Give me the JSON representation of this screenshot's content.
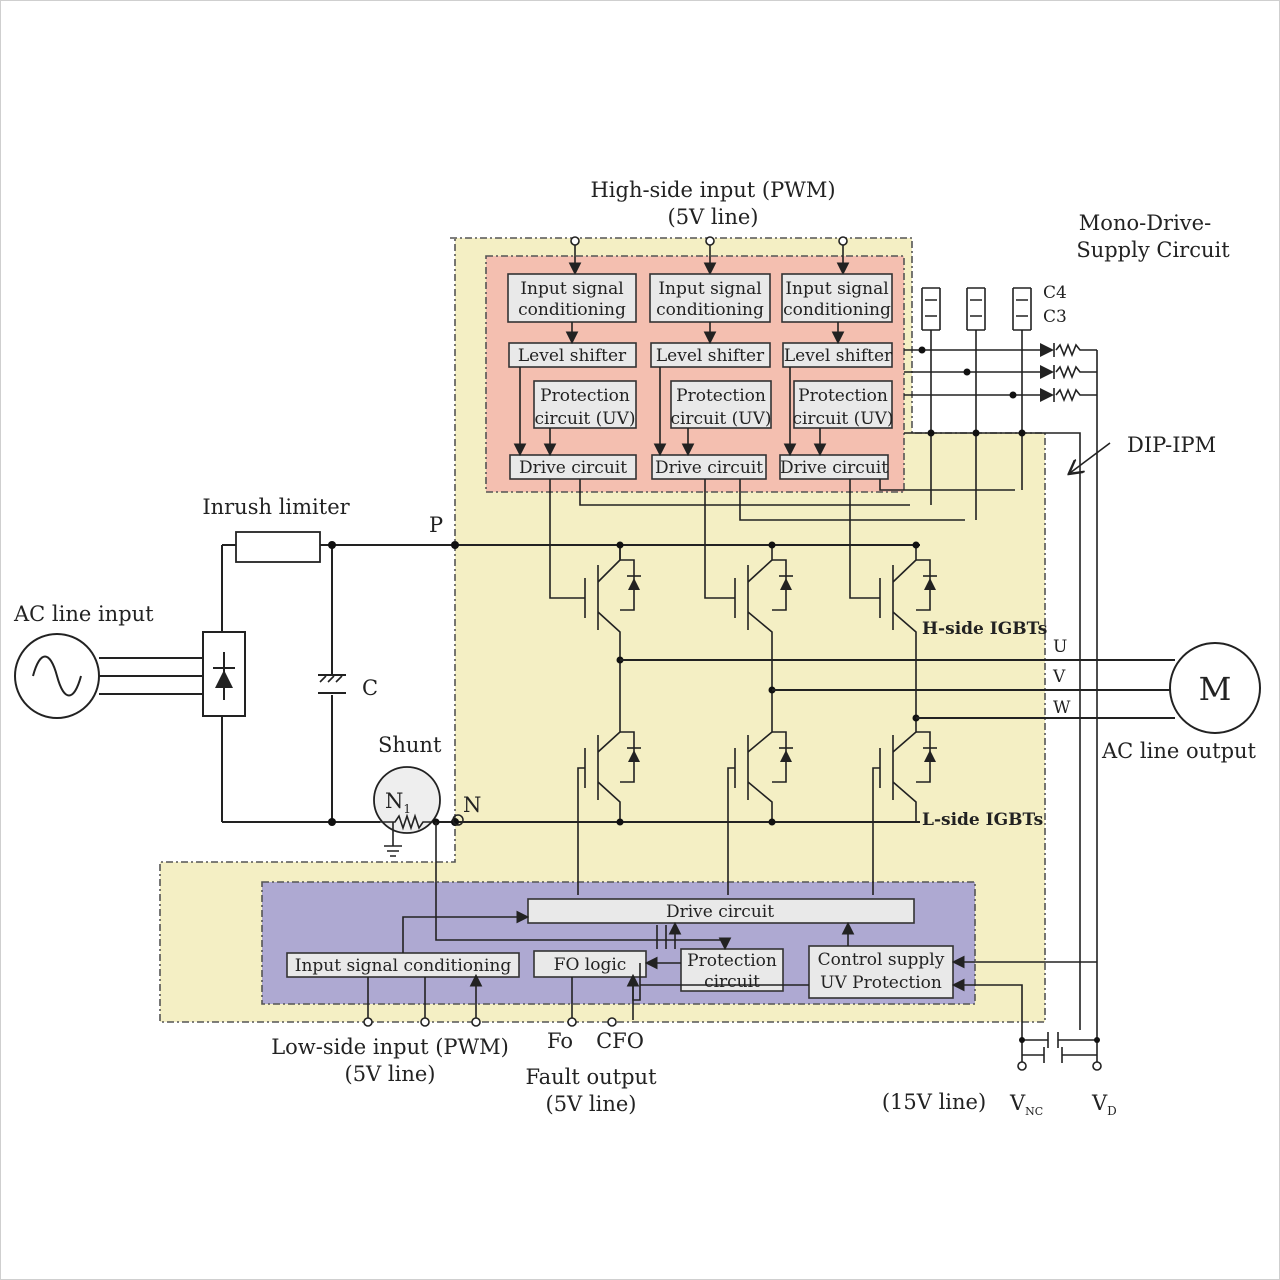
{
  "labels": {
    "high_side_input_1": "High-side input (PWM)",
    "high_side_input_2": "(5V line)",
    "mono_drive_1": "Mono-Drive-",
    "mono_drive_2": "Supply Circuit",
    "c4": "C4",
    "c3": "C3",
    "dip_ipm": "DIP-IPM",
    "inrush_limiter": "Inrush limiter",
    "ac_line_input": "AC line input",
    "capacitor": "C",
    "shunt": "Shunt",
    "n1": "N",
    "n1_sub": "1",
    "p": "P",
    "n": "N",
    "h_side_igbts": "H-side IGBTs",
    "l_side_igbts": "L-side IGBTs",
    "u": "U",
    "v": "V",
    "w": "W",
    "motor": "M",
    "ac_line_output": "AC line output",
    "low_side_input_1": "Low-side input (PWM)",
    "low_side_input_2": "(5V line)",
    "fo": "Fo",
    "cfo": "CFO",
    "fault_output_1": "Fault output",
    "fault_output_2": "(5V line)",
    "v15_line": "(15V line)",
    "vnc": "V",
    "vnc_sub": "NC",
    "vd": "V",
    "vd_sub": "D"
  },
  "high_side_blocks": {
    "input_signal_1": "Input signal",
    "input_signal_2": "conditioning",
    "level_shifter": "Level shifter",
    "protection_1": "Protection",
    "protection_2": "circuit (UV)",
    "drive_circuit": "Drive circuit"
  },
  "low_side_blocks": {
    "drive_circuit": "Drive circuit",
    "input_signal_conditioning": "Input signal conditioning",
    "fo_logic": "FO logic",
    "protection_1": "Protection",
    "protection_2": "circuit",
    "control_supply_1": "Control supply",
    "control_supply_2": "UV Protection"
  },
  "colors": {
    "ipm_fill": "#f4efc4",
    "high_side_fill": "#f4bfb0",
    "low_side_fill": "#aea9d2",
    "block_fill": "#e9e9e9"
  }
}
